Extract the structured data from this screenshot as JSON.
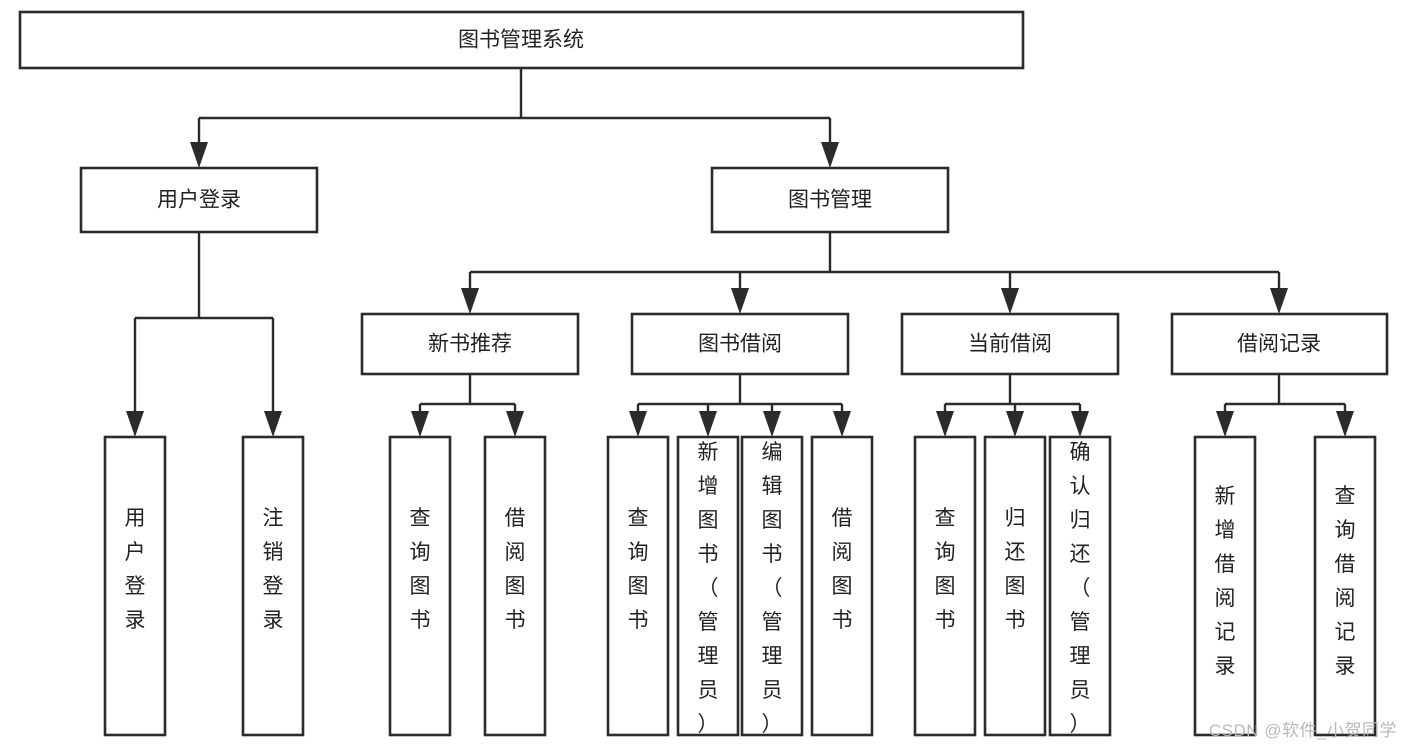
{
  "diagram": {
    "title": "图书管理系统",
    "type": "tree-hierarchy-diagram",
    "colors": {
      "box_stroke": "#2b2b2b",
      "box_fill": "#ffffff",
      "connector": "#2b2b2b",
      "text": "#222222",
      "watermark": "#b9b9b9",
      "background": "#ffffff"
    },
    "root": {
      "label": "图书管理系统"
    },
    "level2": [
      {
        "label": "用户登录"
      },
      {
        "label": "图书管理"
      }
    ],
    "level3": [
      {
        "label": "新书推荐"
      },
      {
        "label": "图书借阅"
      },
      {
        "label": "当前借阅"
      },
      {
        "label": "借阅记录"
      }
    ],
    "leaves": {
      "user_login": [
        {
          "label": "用户登录"
        },
        {
          "label": "注销登录"
        }
      ],
      "new_book_recommend": [
        {
          "label": "查询图书"
        },
        {
          "label": "借阅图书"
        }
      ],
      "book_borrow": [
        {
          "label": "查询图书"
        },
        {
          "label": "新增图书（管理员）"
        },
        {
          "label": "编辑图书（管理员）"
        },
        {
          "label": "借阅图书"
        }
      ],
      "current_borrow": [
        {
          "label": "查询图书"
        },
        {
          "label": "归还图书"
        },
        {
          "label": "确认归还（管理员）"
        }
      ],
      "borrow_record": [
        {
          "label": "新增借阅记录"
        },
        {
          "label": "查询借阅记录"
        }
      ]
    }
  },
  "watermark": {
    "text": "CSDN @软件_小贺同学"
  }
}
